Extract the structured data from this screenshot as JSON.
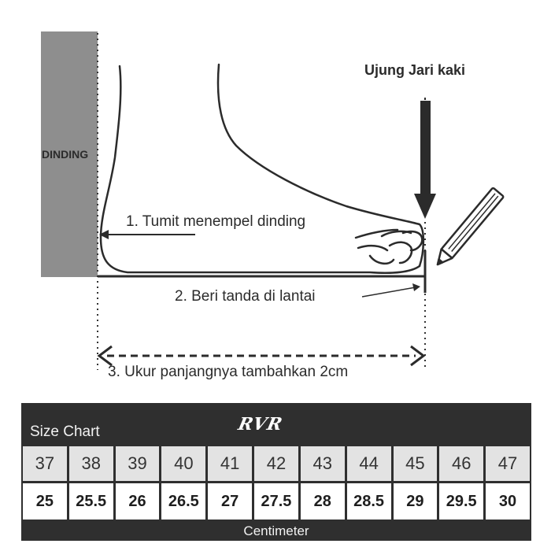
{
  "diagram": {
    "wall_label": "DINDING",
    "toe_label": "Ujung Jari kaki",
    "step1": "1. Tumit menempel dinding",
    "step2": "2. Beri tanda di lantai",
    "step3": "3. Ukur panjangnya tambahkan 2cm"
  },
  "size_chart": {
    "title": "Size Chart",
    "brand": "RVR",
    "footer": "Centimeter",
    "sizes": [
      "37",
      "38",
      "39",
      "40",
      "41",
      "42",
      "43",
      "44",
      "45",
      "46",
      "47"
    ],
    "centimeters": [
      "25",
      "25.5",
      "26",
      "26.5",
      "27",
      "27.5",
      "28",
      "28.5",
      "29",
      "29.5",
      "30"
    ]
  },
  "colors": {
    "wall": "#8e8e8e",
    "chart_background": "#2f2f2f",
    "size_cell": "#e3e3e3",
    "cm_cell": "#ffffff",
    "ink": "#2b2b2b"
  }
}
